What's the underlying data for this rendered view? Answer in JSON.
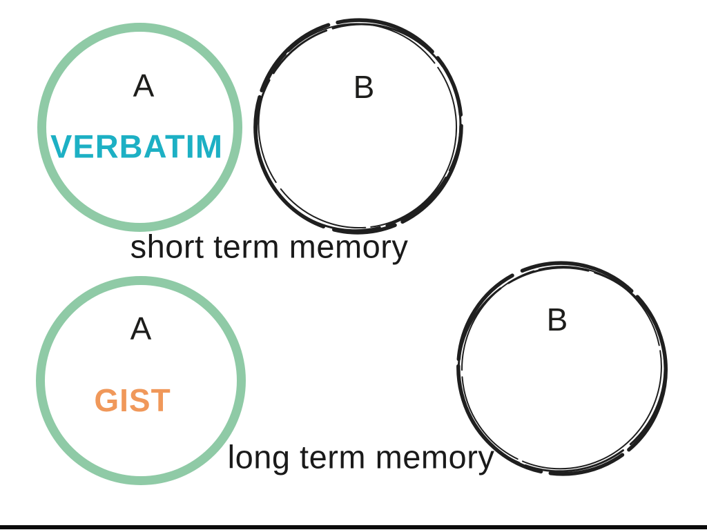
{
  "diagram": {
    "title_implicit": "memory diagram",
    "short_term": {
      "label_a": "A",
      "keyword": "VERBATIM",
      "label_b": "B",
      "caption": "short term memory"
    },
    "long_term": {
      "label_a": "A",
      "keyword": "GIST",
      "label_b": "B",
      "caption": "long term memory"
    }
  },
  "colors": {
    "green_circle_stroke": "#8fcaa6",
    "verbatim_teal": "#1db0c4",
    "gist_orange": "#f0985a",
    "sketch_ink": "#1f1f1f",
    "caption_text": "#1a1a1a",
    "bottom_rule": "#0b0b0b",
    "background": "#ffffff"
  }
}
